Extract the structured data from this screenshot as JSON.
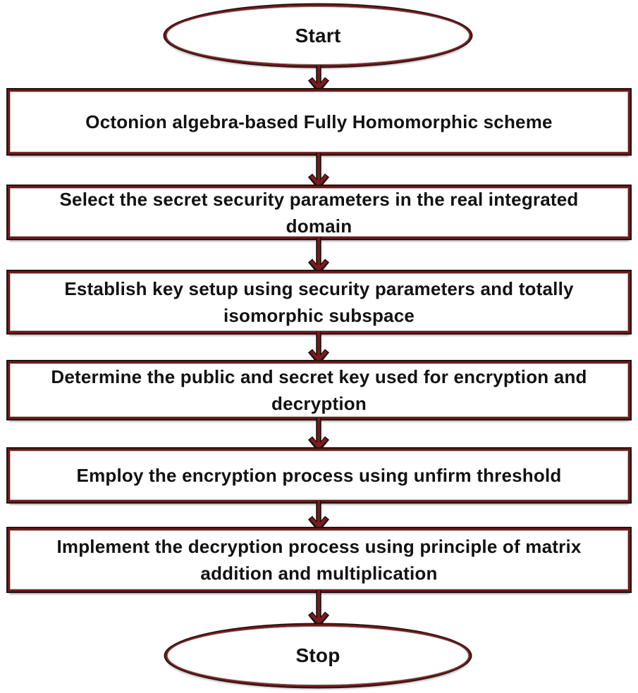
{
  "flowchart": {
    "nodes": [
      {
        "id": "start",
        "shape": "terminator",
        "label": "Start"
      },
      {
        "id": "scheme",
        "shape": "process",
        "label": "Octonion algebra-based Fully Homomorphic scheme"
      },
      {
        "id": "select-parameters",
        "shape": "process",
        "label": "Select the secret security parameters in the real integrated\ndomain"
      },
      {
        "id": "key-setup",
        "shape": "process",
        "label": "Establish key setup using security parameters and totally\nisomorphic subspace"
      },
      {
        "id": "determine-keys",
        "shape": "process",
        "label": "Determine the public and secret key used for encryption and\ndecryption"
      },
      {
        "id": "encryption",
        "shape": "process",
        "label": "Employ the encryption process using unfirm threshold"
      },
      {
        "id": "decryption",
        "shape": "process",
        "label": "Implement the decryption process using principle of matrix\naddition and multiplication"
      },
      {
        "id": "stop",
        "shape": "terminator",
        "label": "Stop"
      }
    ],
    "edges": [
      {
        "from": "start",
        "to": "scheme"
      },
      {
        "from": "scheme",
        "to": "select-parameters"
      },
      {
        "from": "select-parameters",
        "to": "key-setup"
      },
      {
        "from": "key-setup",
        "to": "determine-keys"
      },
      {
        "from": "determine-keys",
        "to": "encryption"
      },
      {
        "from": "encryption",
        "to": "decryption"
      },
      {
        "from": "decryption",
        "to": "stop"
      }
    ],
    "colors": {
      "node_border": "#701818",
      "edge_stroke": "#7d1d1d",
      "dark_outline": "#1f0e0e",
      "text": "#121212",
      "background": "#ffffff"
    }
  }
}
